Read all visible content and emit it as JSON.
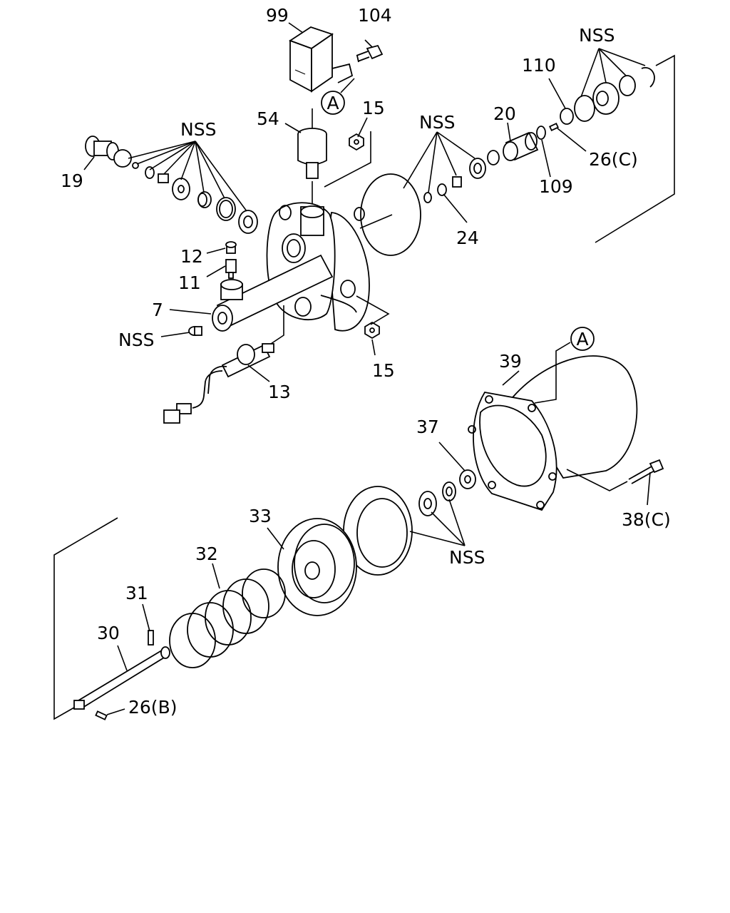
{
  "labels": {
    "p99": "99",
    "p104": "104",
    "p54": "54",
    "p15a": "15",
    "p15b": "15",
    "p19": "19",
    "p12": "12",
    "p11": "11",
    "p7": "7",
    "p13": "13",
    "p20": "20",
    "p24": "24",
    "p109": "109",
    "p110": "110",
    "p26c": "26(C)",
    "p39": "39",
    "p37": "37",
    "p38c": "38(C)",
    "p33": "33",
    "p32": "32",
    "p31": "31",
    "p30": "30",
    "p26b": "26(B)",
    "nss1": "NSS",
    "nss2": "NSS",
    "nss3": "NSS",
    "nss4": "NSS",
    "nss5": "NSS",
    "refA1": "A",
    "refA2": "A"
  }
}
